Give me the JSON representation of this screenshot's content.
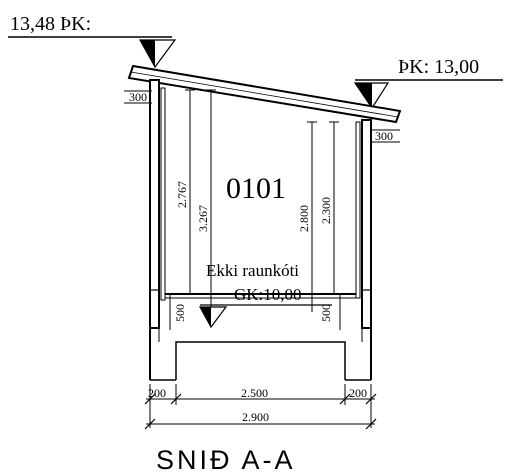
{
  "drawing": {
    "level_left": "13,48 ÞK:",
    "level_right": "ÞK: 13,00",
    "room_number": "0101",
    "room_note": "Ekki raunkóti",
    "floor_level": "GK:10,00",
    "section_title": "SNIÐ A-A"
  },
  "dimensions": {
    "wall_thickness_left": "300",
    "wall_thickness_right": "300",
    "inner_height_left": "2.767",
    "total_height_left": "3.267",
    "total_height_right": "2.800",
    "inner_height_right": "2.300",
    "foundation_left": "500",
    "foundation_right": "500",
    "footing_left": "200",
    "span_inner": "2.500",
    "footing_right": "200",
    "span_total": "2.900"
  }
}
